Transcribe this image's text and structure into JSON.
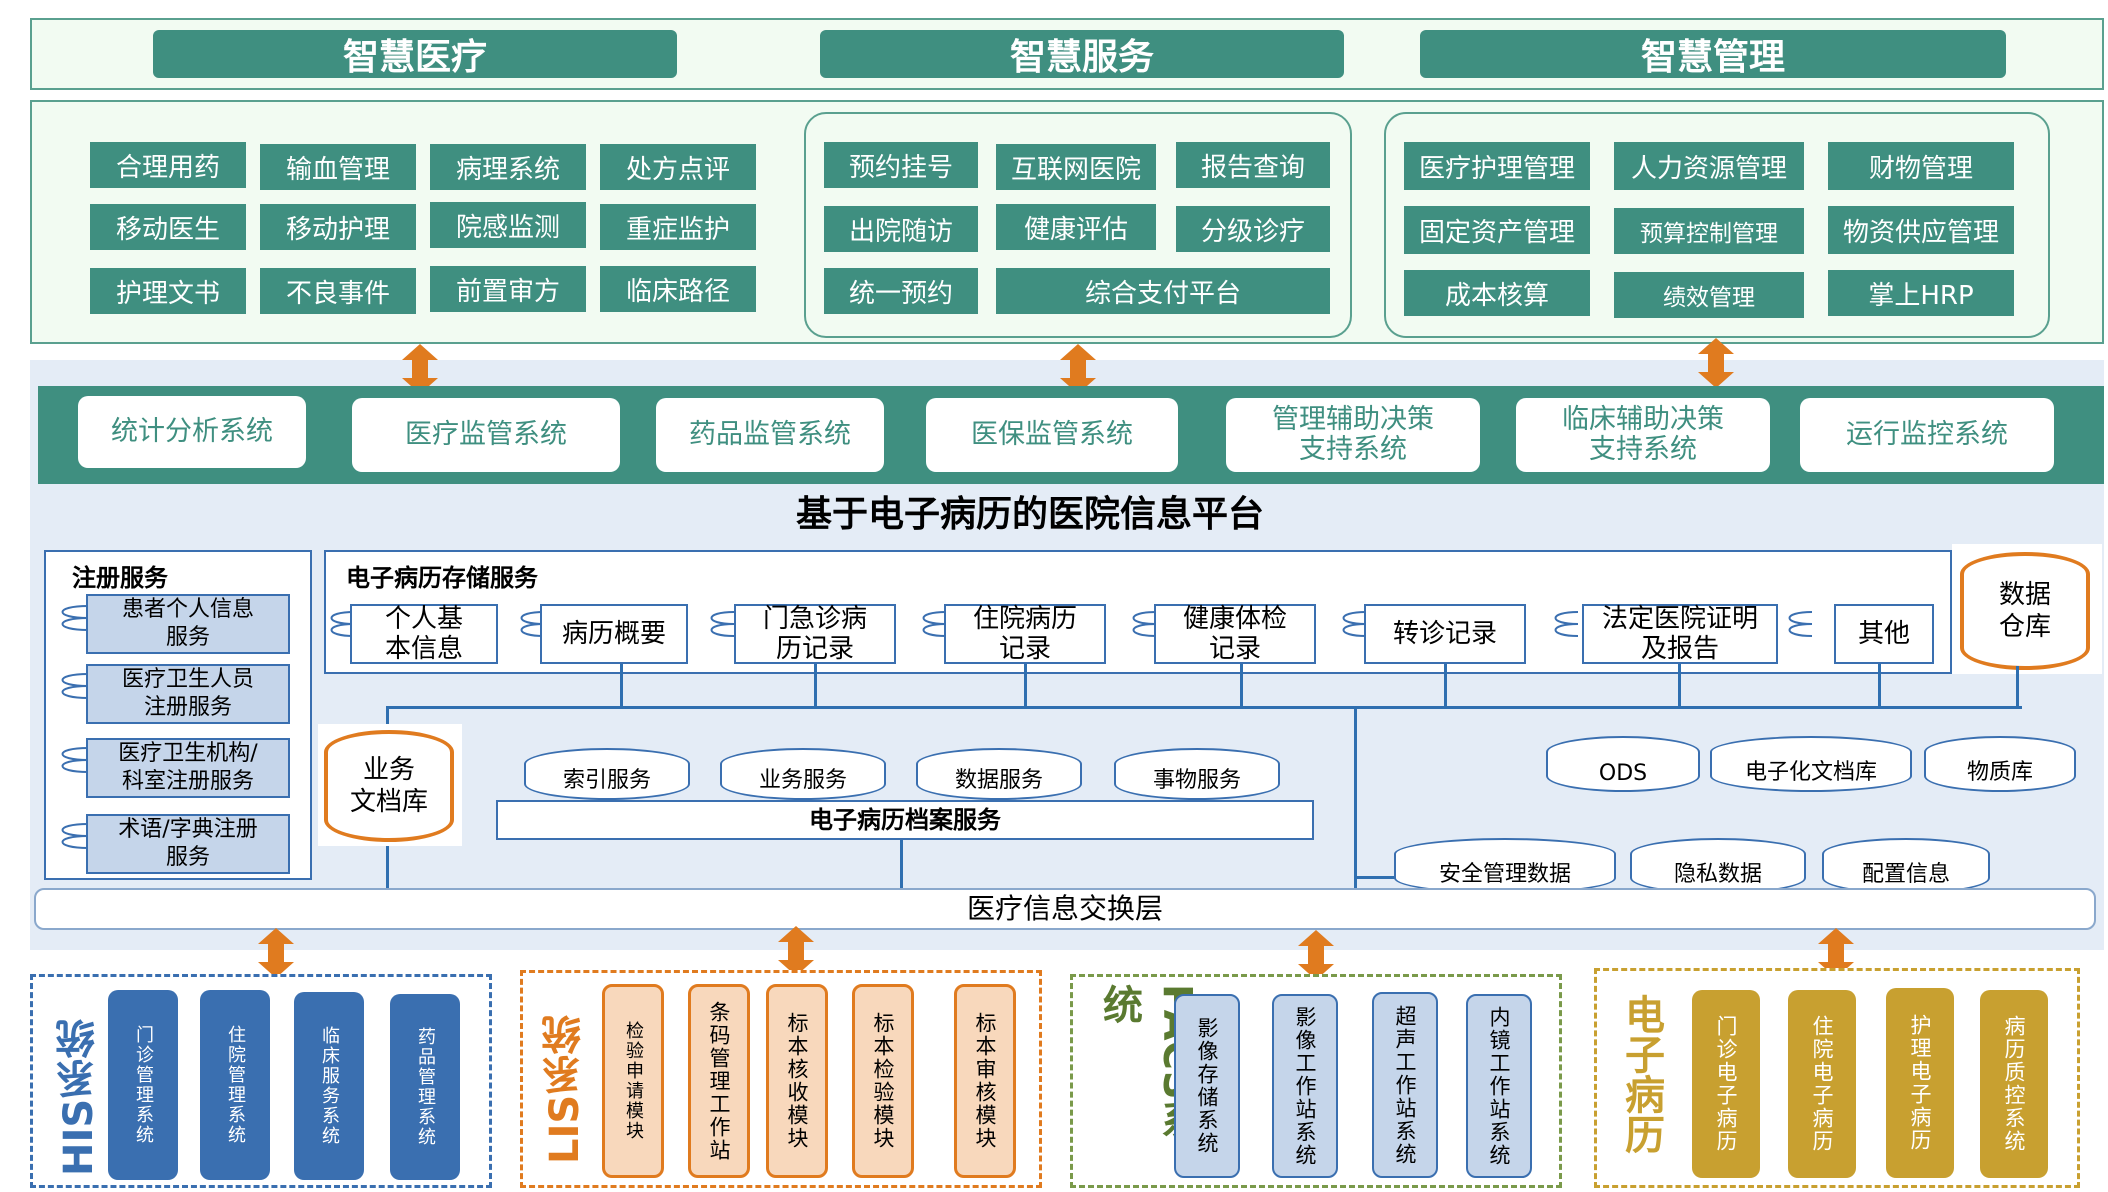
{
  "top_headers": [
    "智慧医疗",
    "智慧服务",
    "智慧管理"
  ],
  "medical_modules": [
    "合理用药",
    "输血管理",
    "病理系统",
    "处方点评",
    "移动医生",
    "移动护理",
    "院感监测",
    "重症监护",
    "护理文书",
    "不良事件",
    "前置审方",
    "临床路径"
  ],
  "service_modules": [
    "预约挂号",
    "互联网医院",
    "报告查询",
    "出院随访",
    "健康评估",
    "分级诊疗",
    "统一预约",
    "综合支付平台"
  ],
  "management_modules": [
    "医疗护理管理",
    "人力资源管理",
    "财物管理",
    "固定资产管理",
    "预算控制管理",
    "物资供应管理",
    "成本核算",
    "绩效管理",
    "掌上HRP"
  ],
  "analysis_systems": [
    "统计分析系统",
    "医疗监管系统",
    "药品监管系统",
    "医保监管系统",
    "管理辅助决策\n支持系统",
    "临床辅助决策\n支持系统",
    "运行监控系统"
  ],
  "platform_title": "基于电子病历的医院信息平台",
  "registration": {
    "title": "注册服务",
    "items": [
      "患者个人信息\n服务",
      "医疗卫生人员\n注册服务",
      "医疗卫生机构/\n科室注册服务",
      "术语/字典注册\n服务"
    ]
  },
  "emr_storage": {
    "title": "电子病历存储服务",
    "items": [
      "个人基\n本信息",
      "病历概要",
      "门急诊病\n历记录",
      "住院病历\n记录",
      "健康体检\n记录",
      "转诊记录",
      "法定医院证明\n及报告",
      "其他"
    ]
  },
  "data_warehouse": "数据\n仓库",
  "business_doc_db": "业务\n文档库",
  "archive": {
    "title": "电子病历档案服务",
    "services": [
      "索引服务",
      "业务服务",
      "数据服务",
      "事物服务"
    ]
  },
  "stores_row1": [
    "ODS",
    "电子化文档库",
    "物质库"
  ],
  "stores_row2": [
    "安全管理数据",
    "隐私数据",
    "配置信息"
  ],
  "exchange_layer": "医疗信息交换层",
  "bottom_groups": [
    {
      "title": "HIS系统",
      "color": "#3a6fb0",
      "items": [
        "门诊管理系统",
        "住院管理系统",
        "临床服务系统",
        "药品管理系统"
      ]
    },
    {
      "title": "LIS系统",
      "color": "#e07b1f",
      "items": [
        "检验申请模块",
        "条码管理工作站",
        "标本核收模块",
        "标本检验模块",
        "标本审核模块"
      ]
    },
    {
      "title": "PACS系统",
      "color": "#7a9a4a",
      "items": [
        "影像存储系统",
        "影像工作站系统",
        "超声工作站系统",
        "内镜工作站系统"
      ]
    },
    {
      "title": "电子病历",
      "color": "#c8a030",
      "items": [
        "门诊电子病历",
        "住院电子病历",
        "护理电子病历",
        "病历质控系统"
      ]
    }
  ],
  "colors": {
    "teal": "#3f8f80",
    "blue": "#3a6fb0",
    "orange": "#e07b1f",
    "gold": "#c8a030",
    "olive": "#7a9a4a",
    "platform_bg": "#e4ecf6"
  }
}
